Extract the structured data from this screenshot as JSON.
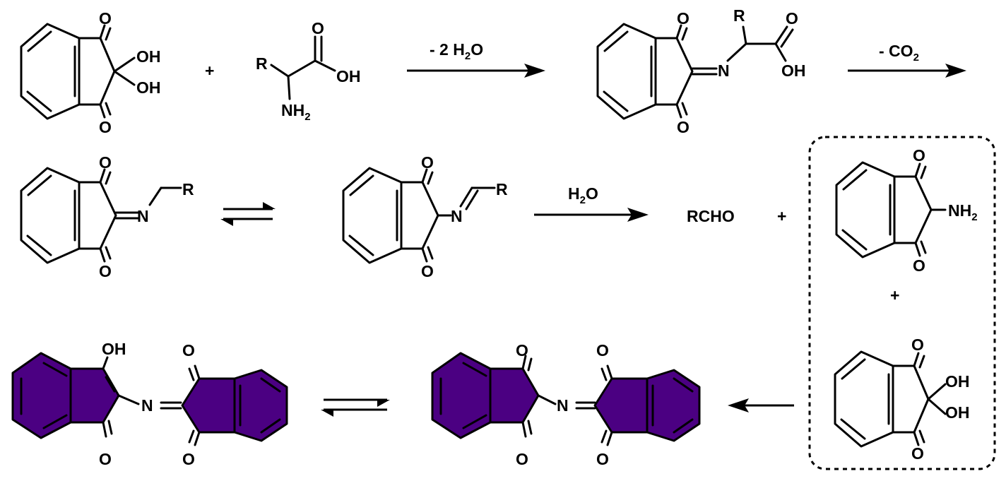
{
  "colors": {
    "product_fill": "#4B0082",
    "ink": "#000000",
    "background": "#ffffff"
  },
  "atoms": {
    "O": "O",
    "OH": "OH",
    "N": "N",
    "R": "R",
    "NH2_main": "NH",
    "sub2": "2",
    "plus": "+"
  },
  "arrows": {
    "step1_label_main": "- 2 H",
    "step1_label_sub": "2",
    "step1_label_tail": "O",
    "step2_label_main": "- CO",
    "step2_label_sub": "2",
    "step3_label_main": "H",
    "step3_label_sub": "2",
    "step3_label_tail": "O"
  },
  "products": {
    "aldehyde": "RCHO"
  }
}
